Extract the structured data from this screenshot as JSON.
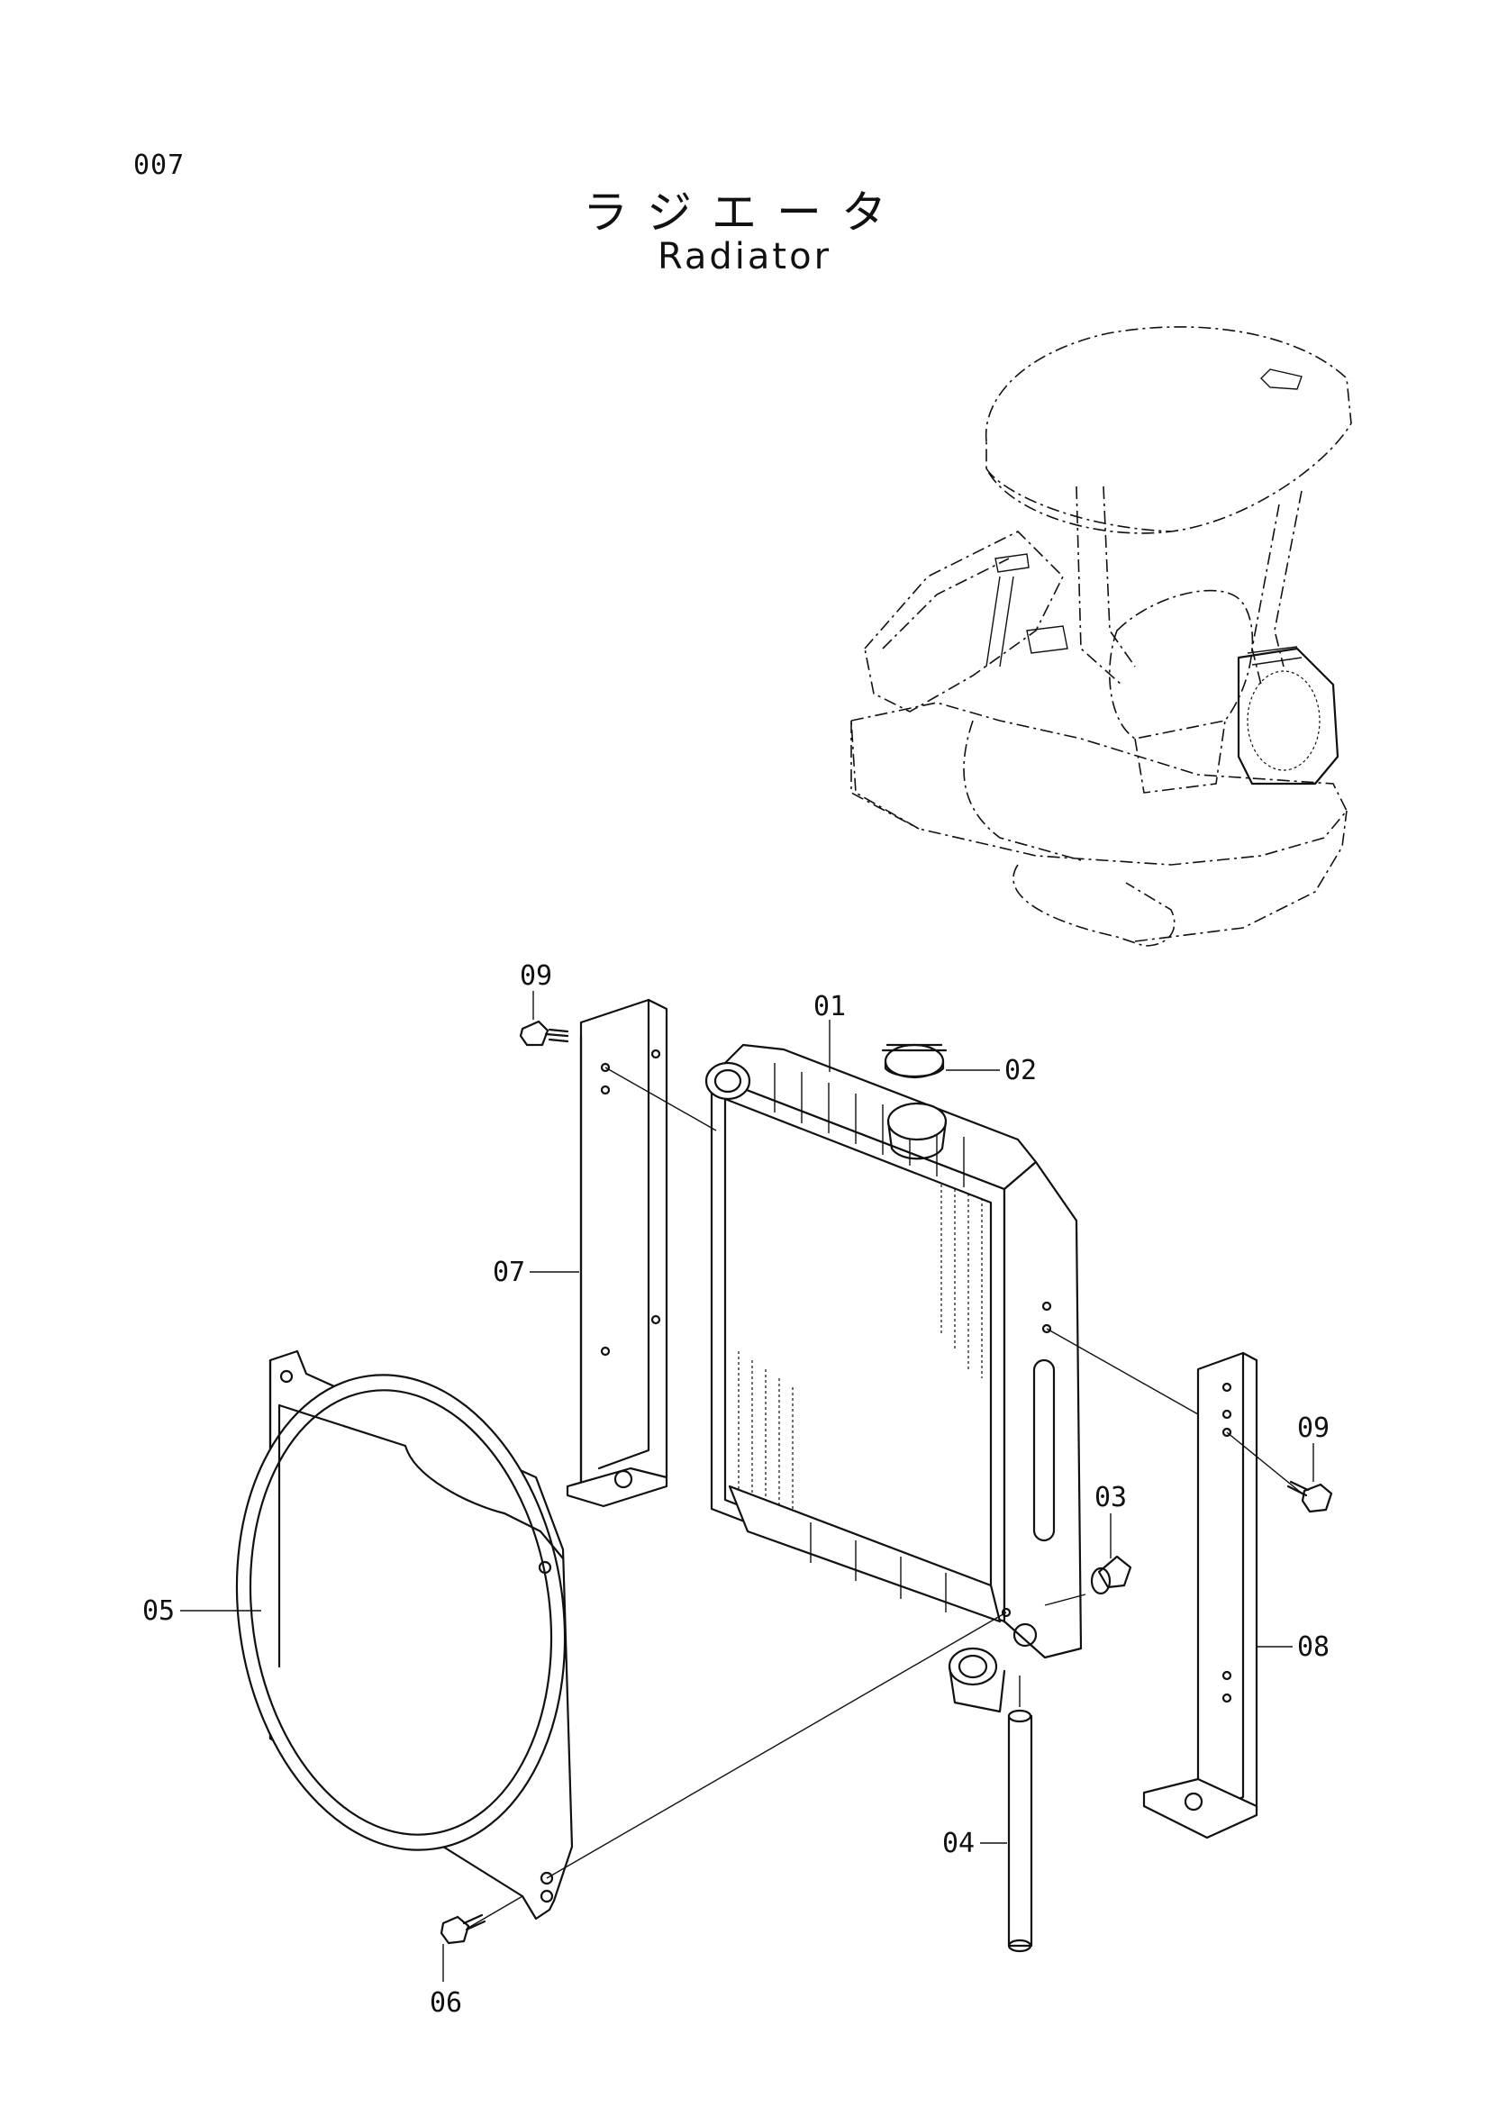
{
  "page_number": "007",
  "title_jp": "ラジエータ",
  "title_en": "Radiator",
  "callouts": [
    {
      "id": "01",
      "label": "01"
    },
    {
      "id": "02",
      "label": "02"
    },
    {
      "id": "03",
      "label": "03"
    },
    {
      "id": "04",
      "label": "04"
    },
    {
      "id": "05",
      "label": "05"
    },
    {
      "id": "06",
      "label": "06"
    },
    {
      "id": "07",
      "label": "07"
    },
    {
      "id": "08",
      "label": "08"
    },
    {
      "id": "09a",
      "label": "09"
    },
    {
      "id": "09b",
      "label": "09"
    }
  ]
}
